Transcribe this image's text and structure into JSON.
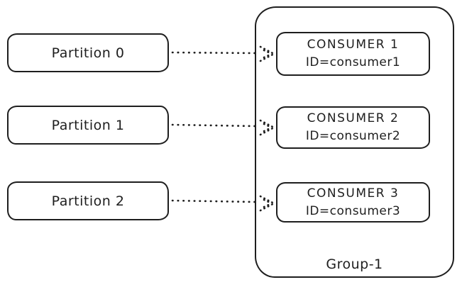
{
  "diagram": {
    "kind": "partition-consumer-assignment",
    "partitions": [
      {
        "label": "Partition 0"
      },
      {
        "label": "Partition 1"
      },
      {
        "label": "Partition 2"
      }
    ],
    "consumer_group": {
      "label": "Group-1",
      "consumers": [
        {
          "name": "CONSUMER 1",
          "id": "ID=consumer1"
        },
        {
          "name": "CONSUMER 2",
          "id": "ID=consumer2"
        },
        {
          "name": "CONSUMER 3",
          "id": "ID=consumer3"
        }
      ]
    },
    "connections": [
      {
        "from": "Partition 0",
        "to": "CONSUMER 1",
        "style": "dotted-arrow"
      },
      {
        "from": "Partition 1",
        "to": "CONSUMER 2",
        "style": "dotted-arrow"
      },
      {
        "from": "Partition 2",
        "to": "CONSUMER 3",
        "style": "dotted-arrow"
      }
    ],
    "colors": {
      "stroke": "#1e1e1e",
      "background": "#ffffff"
    }
  }
}
